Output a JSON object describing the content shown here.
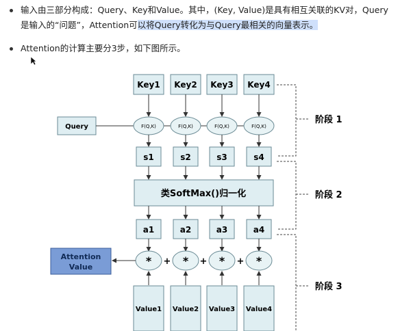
{
  "bullets": {
    "b1_line1": "输入由三部分构成：Query、Key和Value。其中，(Key, Value)是具有相互关联的KV对，Query",
    "b1_line2_prefix": "是输入的“问题”，Attention可",
    "b1_line2_highlight": "以将Query转化为与Query最相关的向量表示。",
    "b2": "Attention的计算主要分3步，如下图所示。"
  },
  "diagram": {
    "keys": [
      "Key1",
      "Key2",
      "Key3",
      "Key4"
    ],
    "f_label": "F(Q,K)",
    "query_label": "Query",
    "scores": [
      "s1",
      "s2",
      "s3",
      "s4"
    ],
    "softmax_label": "类SoftMax()归一化",
    "weights": [
      "a1",
      "a2",
      "a3",
      "a4"
    ],
    "multiply_symbol": "*",
    "plus_symbol": "+",
    "attention_value_line1": "Attention",
    "attention_value_line2": "Value",
    "values": [
      "Value1",
      "Value2",
      "Value3",
      "Value4"
    ],
    "stages": [
      "阶段 1",
      "阶段 2",
      "阶段 3"
    ]
  },
  "colors": {
    "box_fill": "#dfeef2",
    "box_stroke": "#6a8a94",
    "attn_fill": "#7a9cd6",
    "attn_stroke": "#3b5c9a",
    "highlight": "#cfe0fb"
  }
}
